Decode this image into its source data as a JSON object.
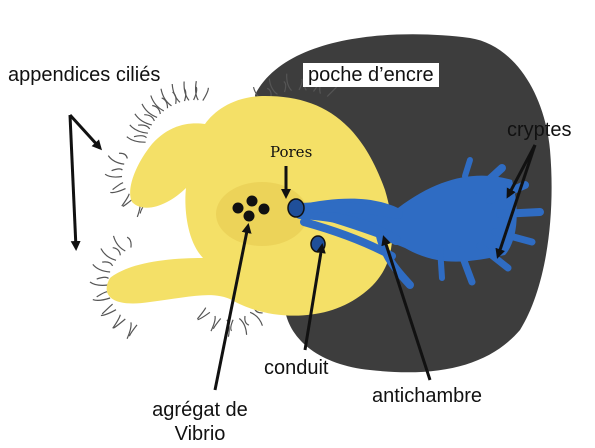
{
  "colors": {
    "ink_sac": "#3d3d3d",
    "organ": "#f4e067",
    "core_glow": "#e6c84e",
    "ducts": "#2f6cc3",
    "bacteria": "#111111",
    "cilia": "#555555",
    "arrows": "#111111"
  },
  "labels": {
    "cilia": "appendices ciliés",
    "ink_sac": "poche d’encre",
    "crypts": "cryptes",
    "pores": "Pores",
    "duct": "conduit",
    "antechamber": "antichambre",
    "aggregate_line1": "agrégat de",
    "aggregate_line2": "Vibrio"
  }
}
